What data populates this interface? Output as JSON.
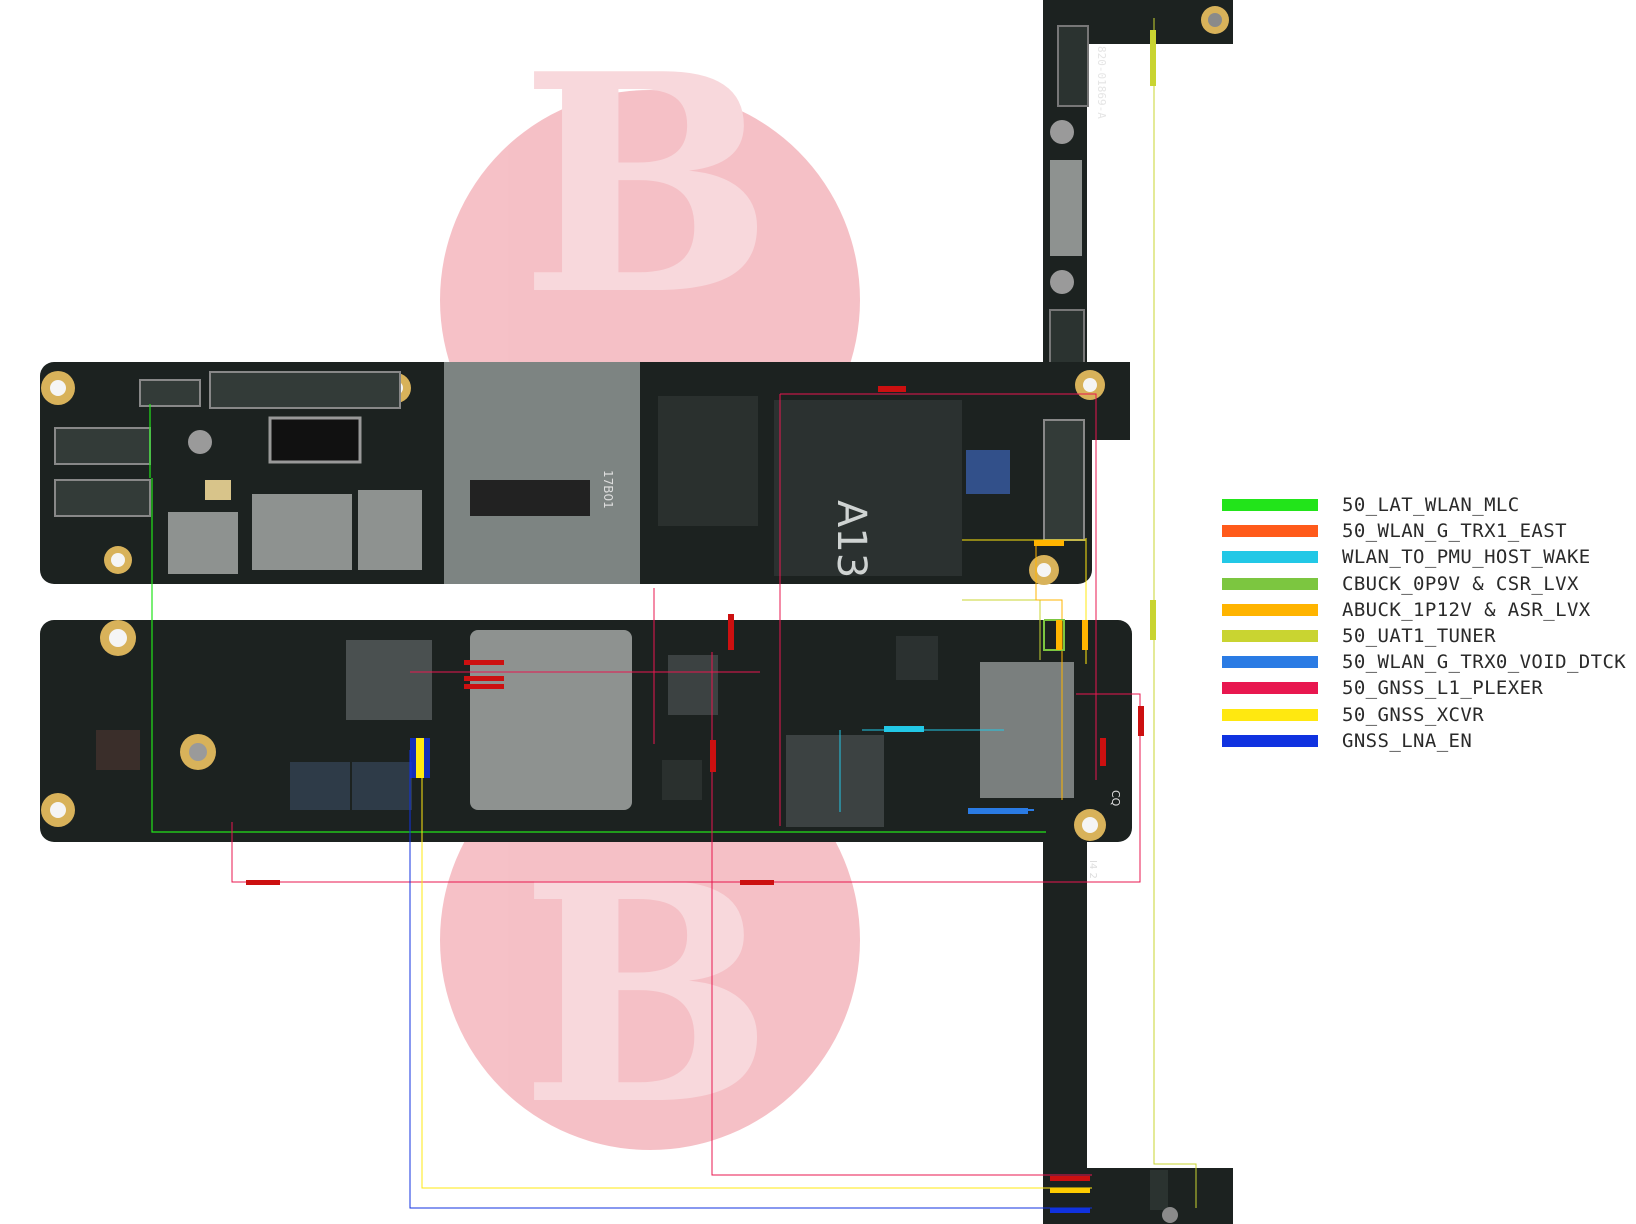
{
  "board": {
    "part_number": "820-01869-A",
    "chip_labels": [
      "A13",
      "17B01",
      "CQ",
      "I4 2"
    ],
    "colors": {
      "pcb": "#1c2220",
      "shield": "#8e9290",
      "gold": "#d8b25a",
      "watermark": "#f2a9b1"
    }
  },
  "legend": {
    "items": [
      {
        "label": "50_LAT_WLAN_MLC",
        "color": "#22e41a"
      },
      {
        "label": "50_WLAN_G_TRX1_EAST",
        "color": "#ff5a1a"
      },
      {
        "label": "WLAN_TO_PMU_HOST_WAKE",
        "color": "#22c8e6"
      },
      {
        "label": "CBUCK_0P9V & CSR_LVX",
        "color": "#7cc640"
      },
      {
        "label": "ABUCK_1P12V & ASR_LVX",
        "color": "#ffb400"
      },
      {
        "label": "50_UAT1_TUNER",
        "color": "#c9d431"
      },
      {
        "label": "50_WLAN_G_TRX0_VOID_DTCK",
        "color": "#2a7be4"
      },
      {
        "label": "50_GNSS_L1_PLEXER",
        "color": "#e8174f"
      },
      {
        "label": "50_GNSS_XCVR",
        "color": "#ffe810"
      },
      {
        "label": "GNSS_LNA_EN",
        "color": "#1032e0"
      }
    ]
  }
}
